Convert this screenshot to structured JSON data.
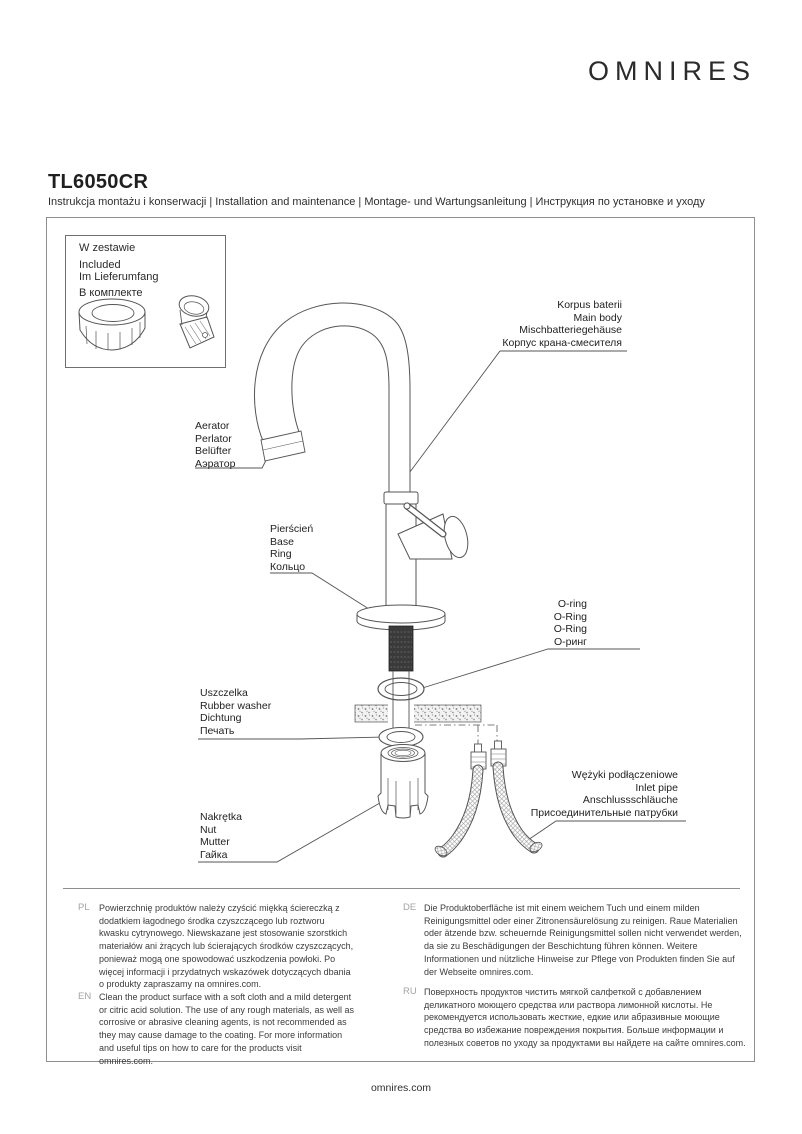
{
  "header": {
    "brand": "OMNIRES",
    "product_code": "TL6050CR",
    "subtitle": "Instrukcja montażu i konserwacji | Installation and maintenance | Montage- und Wartungsanleitung | Инструкция по установке и уходу"
  },
  "included_box": {
    "lines": [
      "W zestawie",
      "Included",
      "Im Lieferumfang",
      "В комплекте"
    ],
    "items": [
      "plastic-mounting-nut",
      "aerator-key"
    ]
  },
  "diagram_labels": {
    "main_body": {
      "lines": [
        "Korpus baterii",
        "Main body",
        "Mischbatteriegehäuse",
        "Корпус крана-смесителя"
      ]
    },
    "aerator": {
      "lines": [
        "Aerator",
        "Perlator",
        "Belüfter",
        "Аэратор"
      ]
    },
    "base_ring": {
      "lines": [
        "Pierścień",
        "Base",
        "Ring",
        "Кольцо"
      ]
    },
    "o_ring": {
      "lines": [
        "O-ring",
        "O-Ring",
        "O-Ring",
        "О-ринг"
      ]
    },
    "rubber_washer": {
      "lines": [
        "Uszczelka",
        "Rubber washer",
        "Dichtung",
        "Печать"
      ]
    },
    "inlet_pipe": {
      "lines": [
        "Wężyki podłączeniowe",
        "Inlet pipe",
        "Anschlussschläuche",
        "Присоединительные патрубки"
      ]
    },
    "nut": {
      "lines": [
        "Nakrętka",
        "Nut",
        "Mutter",
        "Гайка"
      ]
    }
  },
  "care_instructions": [
    {
      "lang": "PL",
      "text": "Powierzchnię produktów należy czyścić miękką ściereczką z dodatkiem łagodnego środka czyszczącego lub roztworu kwasku cytrynowego. Niewskazane jest stosowanie szorstkich materiałów ani żrących lub ścierających środków czyszczących, ponieważ mogą one spowodować uszkodzenia powłoki. Po więcej informacji i przydatnych wskazówek dotyczących dbania o produkty zapraszamy na omnires.com."
    },
    {
      "lang": "EN",
      "text": "Clean the product surface with a soft cloth and a mild detergent or citric acid solution. The use of any rough materials, as well as corrosive or abrasive cleaning agents, is not recommended as they may cause damage to the coating. For more information and useful tips on how to care for the products visit omnires.com."
    },
    {
      "lang": "DE",
      "text": "Die Produktoberfläche ist mit einem weichem Tuch und einem milden Reinigungsmittel oder einer Zitronensäurelösung zu reinigen. Raue Materialien oder ätzende bzw. scheuernde Reinigungsmittel sollen nicht verwendet werden, da sie zu Beschädigungen der Beschichtung führen können. Weitere Informationen und nützliche Hinweise zur Pflege von Produkten finden Sie auf der Webseite omnires.com."
    },
    {
      "lang": "RU",
      "text": "Поверхность продуктов чистить мягкой салфеткой с добавлением деликатного моющего средства или раствора лимонной кислоты. Не рекомендуется использовать жесткие, едкие или абразивные моющие средства во избежание повреждения покрытия. Больше информации и полезных советов по уходу за продуктами вы найдете на сайте omnires.com."
    }
  ],
  "footer": {
    "website": "omnires.com"
  },
  "colors": {
    "page_bg": "#ffffff",
    "line_art": "#555555",
    "frame_line": "#8f8f8f",
    "muted_text": "#a3a3a3",
    "dark_thread": "#3a3a3a"
  }
}
